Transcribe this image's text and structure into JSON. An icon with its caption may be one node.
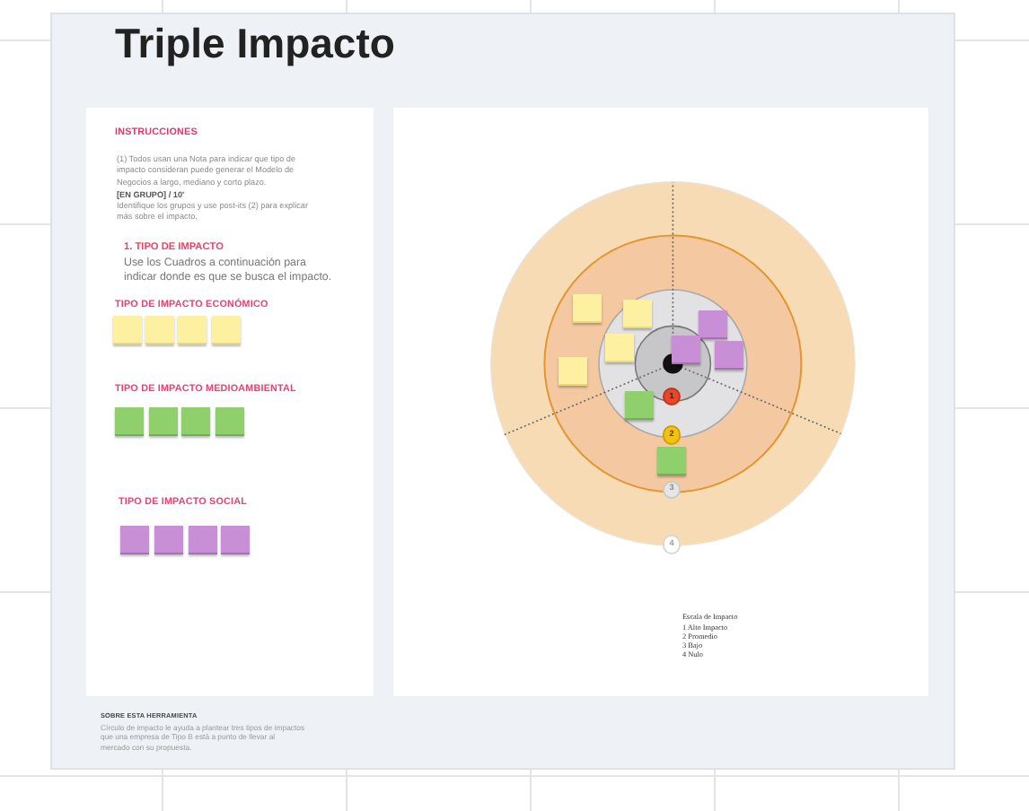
{
  "diagram": {
    "title": "Triple Impacto",
    "nodes": [
      {
        "text": [],
        "shape": "box"
      },
      {
        "text": [],
        "shape": "box"
      },
      {
        "text": [],
        "shape": "box"
      },
      {
        "text": [],
        "shape": "box"
      },
      {
        "text": [],
        "shape": "box"
      },
      {
        "text": [],
        "shape": "box"
      },
      {
        "text": [],
        "shape": "box"
      },
      {
        "text": [],
        "shape": "box"
      },
      {
        "text": [],
        "shape": "box"
      },
      {
        "text": [],
        "shape": "box"
      },
      {
        "text": [],
        "shape": "box"
      },
      {
        "text": [],
        "shape": "box"
      },
      {
        "text": [],
        "shape": "box"
      },
      {
        "text": [],
        "shape": "box"
      },
      {
        "text": [],
        "shape": "box"
      },
      {
        "text": [],
        "shape": "box"
      },
      {
        "text": [],
        "shape": "box"
      },
      {
        "text": [],
        "shape": "box"
      },
      {
        "text": [],
        "shape": "box"
      },
      {
        "text": [],
        "shape": "box"
      },
      {
        "text": [
          "1"
        ]
      },
      {
        "text": [
          "2"
        ]
      },
      {
        "text": [],
        "shape": "box"
      },
      {
        "text": [
          "3"
        ]
      },
      {
        "text": [
          "4"
        ]
      }
    ],
    "labels": [
      "INSTRUCCIONES",
      "(1) Todos usan una Nota para indicar que tipo de impacto consideran puede generar el Modelo de Negocios a largo, mediano y corto plazo.",
      "[EN GRUPO] / 10'",
      "Identifique los grupos y use post-its (2) para explicar más sobre el impacto.",
      "1. TIPO DE IMPACTO",
      "Use los Cuadros a continuación para indicar donde es que se busca el impacto.",
      "TIPO DE IMPACTO ECONÓMICO",
      "TIPO DE IMPACTO MEDIOAMBIENTAL",
      "TIPO DE IMPACTO SOCIAL",
      "Escala de Impacto",
      "1 Alto Impacto",
      "2 Promedio",
      "3 Bajo",
      "4 Nulo",
      "SOBRE ESTA HERRAMIENTA",
      "Círculo de impacto le ayuda a plantear tres tipos de impactos que una empresa de Tipo B está a punto de llevar al mercado con su propuesta."
    ]
  }
}
